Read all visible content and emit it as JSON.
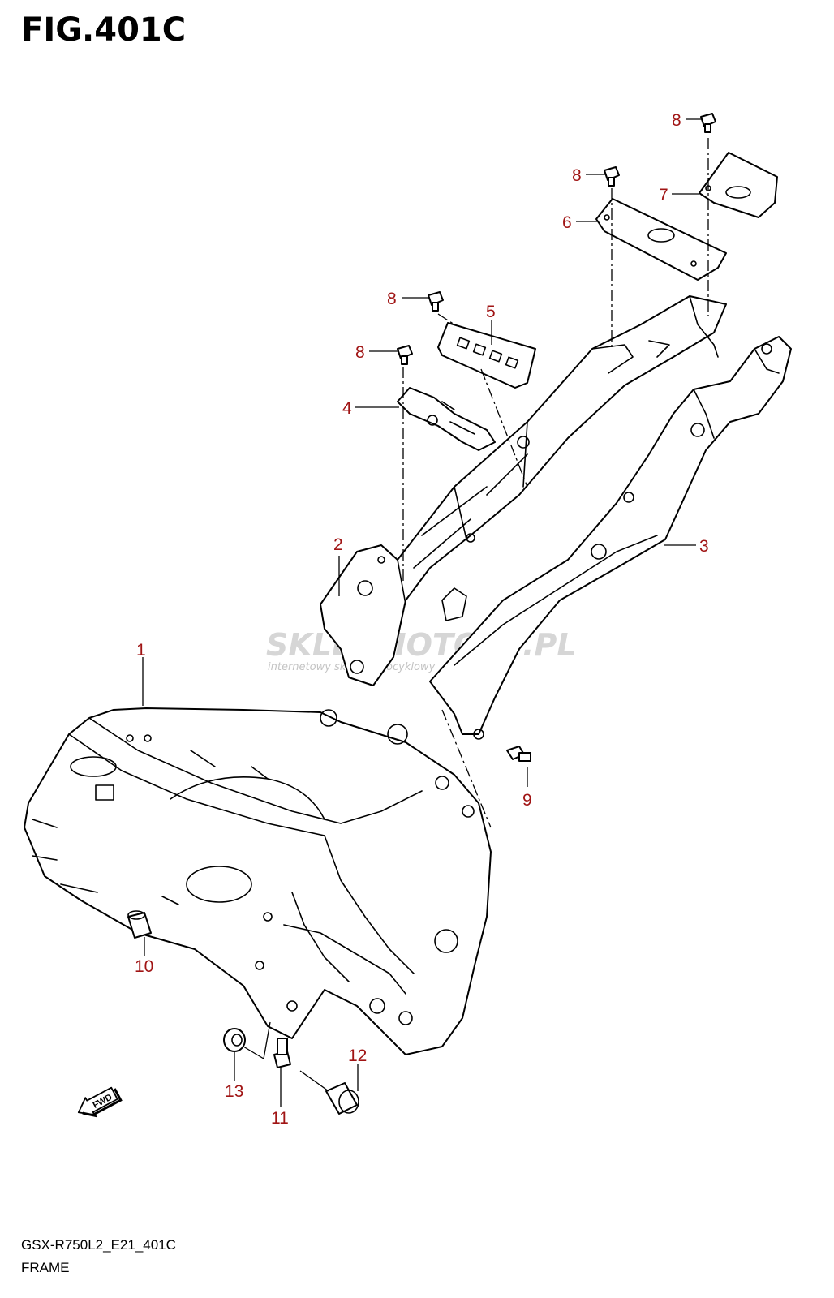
{
  "header": {
    "title": "FIG.401C"
  },
  "footer": {
    "code": "GSX-R750L2_E21_401C",
    "name": "FRAME"
  },
  "watermark": {
    "main": "SKLEPMOTO24.PL",
    "sub": "internetowy sklep motocyklowy"
  },
  "fwd_label": "FWD",
  "callouts": [
    {
      "id": "1",
      "label": "1"
    },
    {
      "id": "2",
      "label": "2"
    },
    {
      "id": "3",
      "label": "3"
    },
    {
      "id": "4",
      "label": "4"
    },
    {
      "id": "5",
      "label": "5"
    },
    {
      "id": "6",
      "label": "6"
    },
    {
      "id": "7",
      "label": "7"
    },
    {
      "id": "8a",
      "label": "8"
    },
    {
      "id": "8b",
      "label": "8"
    },
    {
      "id": "8c",
      "label": "8"
    },
    {
      "id": "8d",
      "label": "8"
    },
    {
      "id": "9",
      "label": "9"
    },
    {
      "id": "10",
      "label": "10"
    },
    {
      "id": "11",
      "label": "11"
    },
    {
      "id": "12",
      "label": "12"
    },
    {
      "id": "13",
      "label": "13"
    }
  ],
  "colors": {
    "callout": "#a01414",
    "line": "#000000",
    "watermark": "#d6d6d6"
  }
}
